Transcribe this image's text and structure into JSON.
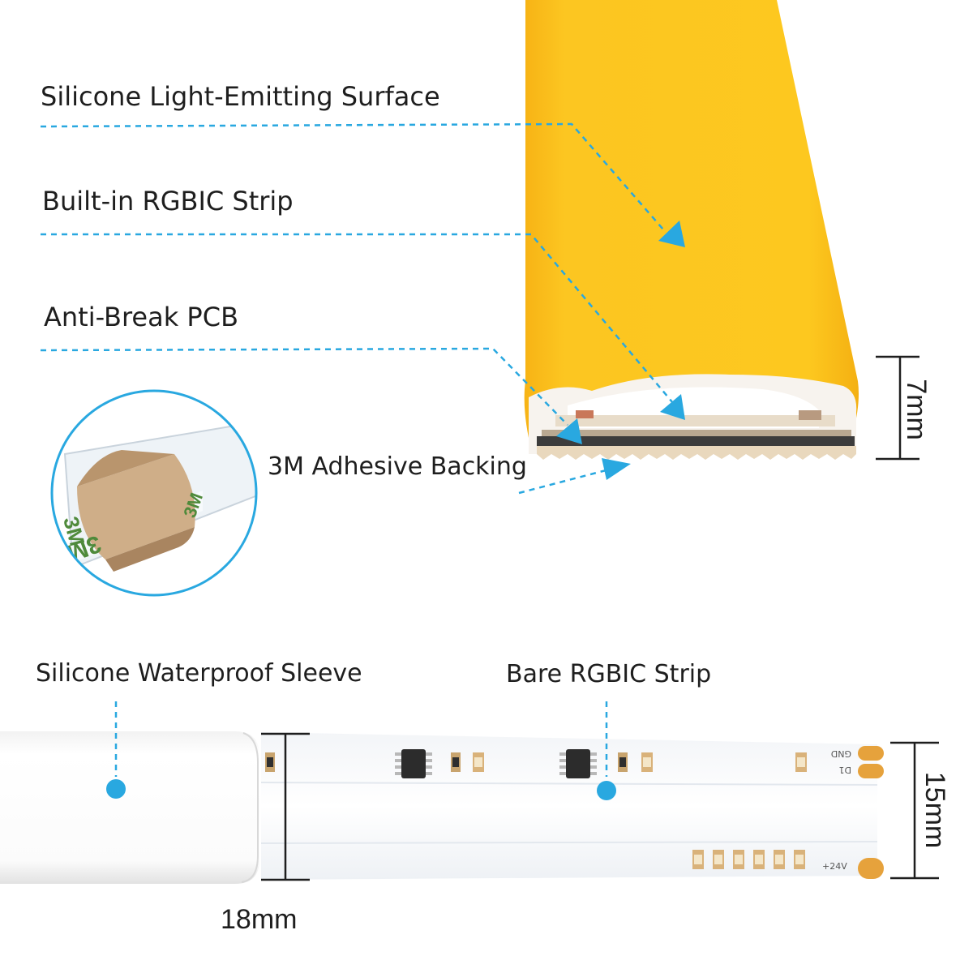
{
  "callouts": {
    "surface": "Silicone Light-Emitting Surface",
    "strip": "Built-in RGBIC Strip",
    "pcb": "Anti-Break PCB",
    "adhesive": "3M Adhesive Backing",
    "sleeve": "Silicone Waterproof Sleeve",
    "bare_strip": "Bare RGBIC Strip"
  },
  "dimensions": {
    "height": "7mm",
    "sleeve_width": "18mm",
    "strip_width": "15mm"
  },
  "pad_labels": {
    "gnd": "GND",
    "data": "D1",
    "power": "+24V"
  },
  "tape_marking": "3M",
  "colors": {
    "accent": "#29a8e0",
    "surface_yellow": "#fcc419",
    "text": "#1e1e1e",
    "tape_kraft": "#c9a57e",
    "copper_pad": "#e6a23c"
  }
}
